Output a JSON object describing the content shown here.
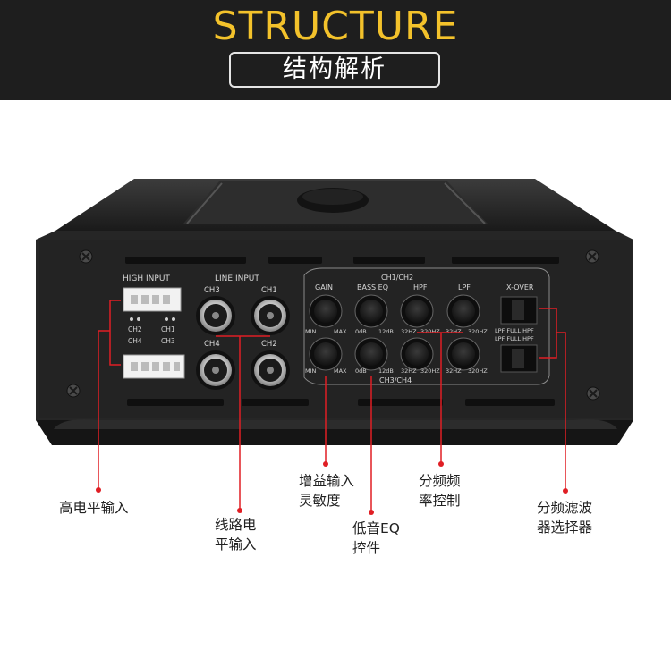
{
  "header": {
    "title": "STRUCTURE",
    "subtitle": "结构解析"
  },
  "panel": {
    "high_input": "HIGH INPUT",
    "line_input": "LINE INPUT",
    "ch3": "CH3",
    "ch1": "CH1",
    "ch4": "CH4",
    "ch2": "CH2",
    "ch2_eq": "CH2",
    "ch1_eq": "CH1",
    "ch4_eq": "CH4",
    "ch3_eq": "CH3",
    "gain": "GAIN",
    "bass_eq": "BASS EQ",
    "hpf": "HPF",
    "lpf": "LPF",
    "xover": "X-OVER",
    "ch12": "CH1/CH2",
    "ch34": "CH3/CH4",
    "min": "MIN",
    "max": "MAX",
    "db0": "0dB",
    "db12": "12dB",
    "hz32": "32HZ",
    "hz320": "320HZ",
    "xover_row1": "LPF FULL HPF",
    "xover_row2": "LPF FULL HPF"
  },
  "callouts": {
    "high_input": "高电平输入",
    "line_input_1": "线路电",
    "line_input_2": "平输入",
    "gain_1": "增益输入",
    "gain_2": "灵敏度",
    "bass_1": "低音EQ",
    "bass_2": "控件",
    "filter_1": "分频频",
    "filter_2": "率控制",
    "xover_1": "分频滤波",
    "xover_2": "器选择器"
  },
  "colors": {
    "header_bg": "#1e1e1e",
    "title": "#f3c22b",
    "callout_line": "#e01e24",
    "chassis": "#262626",
    "panel": "#303030"
  }
}
